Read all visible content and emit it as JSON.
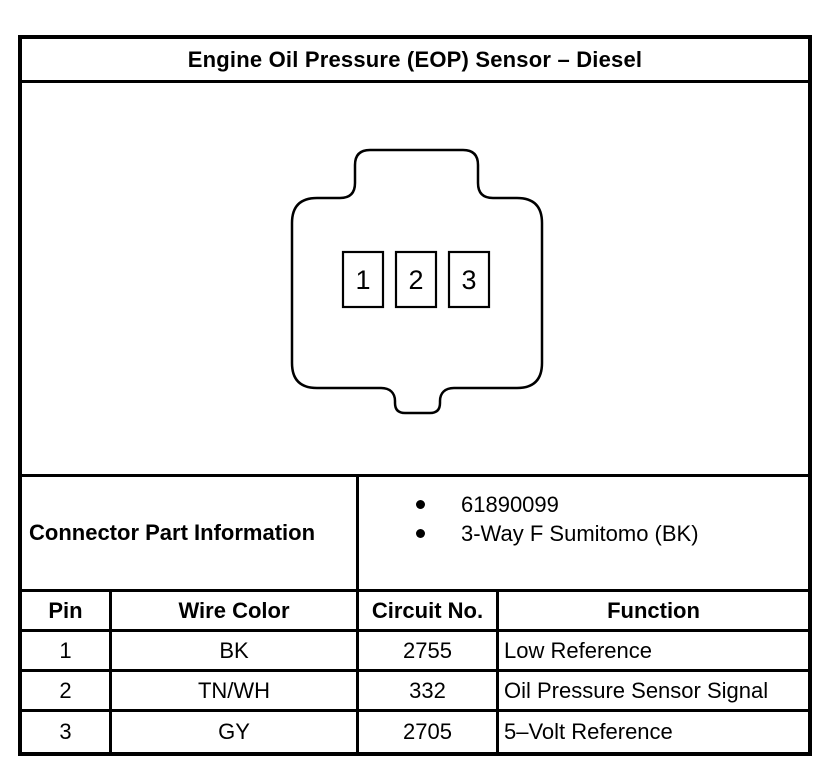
{
  "title": "Engine Oil Pressure (EOP) Sensor – Diesel",
  "connector": {
    "pins": [
      "1",
      "2",
      "3"
    ]
  },
  "part_info": {
    "label": "Connector Part Information",
    "items": [
      "61890099",
      "3-Way F Sumitomo (BK)"
    ]
  },
  "pin_table": {
    "headers": [
      "Pin",
      "Wire Color",
      "Circuit No.",
      "Function"
    ],
    "rows": [
      [
        "1",
        "BK",
        "2755",
        "Low Reference"
      ],
      [
        "2",
        "TN/WH",
        "332",
        "Oil Pressure Sensor Signal"
      ],
      [
        "3",
        "GY",
        "2705",
        "5–Volt Reference"
      ]
    ]
  },
  "colors": {
    "line": "#000000",
    "background": "#ffffff",
    "text": "#000000"
  }
}
